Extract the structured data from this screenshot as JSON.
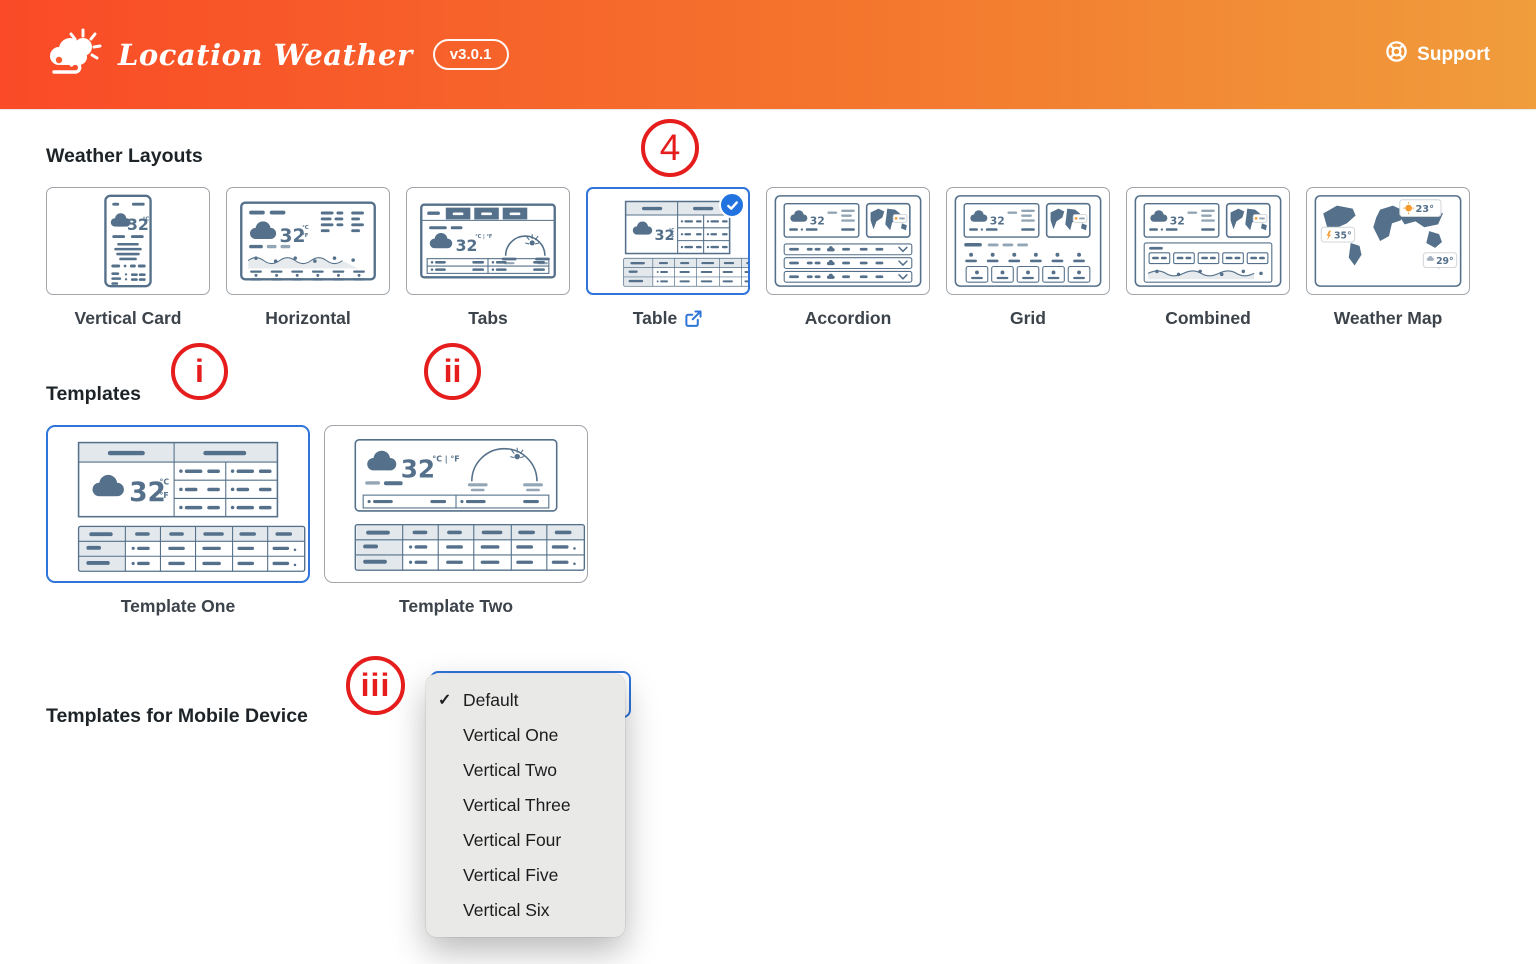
{
  "header": {
    "app_name": "Location Weather",
    "version": "v3.0.1",
    "support_label": "Support"
  },
  "sections": {
    "layouts_title": "Weather Layouts",
    "templates_title": "Templates",
    "mobile_title": "Templates for Mobile Device"
  },
  "layouts": [
    {
      "label": "Vertical Card",
      "selected": false
    },
    {
      "label": "Horizontal",
      "selected": false
    },
    {
      "label": "Tabs",
      "selected": false
    },
    {
      "label": "Table",
      "selected": true,
      "external_link": true
    },
    {
      "label": "Accordion",
      "selected": false
    },
    {
      "label": "Grid",
      "selected": false
    },
    {
      "label": "Combined",
      "selected": false
    },
    {
      "label": "Weather Map",
      "selected": false
    }
  ],
  "templates": [
    {
      "label": "Template One",
      "selected": true
    },
    {
      "label": "Template Two",
      "selected": false
    }
  ],
  "annotations": {
    "four": "4",
    "one": "i",
    "two": "ii",
    "three": "iii"
  },
  "mobile_dropdown": {
    "selected": "Default",
    "checkmark": "✓",
    "options": [
      "Default",
      "Vertical One",
      "Vertical Two",
      "Vertical Three",
      "Vertical Four",
      "Vertical Five",
      "Vertical Six"
    ]
  },
  "thumb": {
    "temp": "32",
    "unit_c": "°C",
    "unit_f": "°F",
    "unit_cf": "°C | °F",
    "map_badges": [
      "23°",
      "35°",
      "29°"
    ]
  },
  "colors": {
    "accent_blue": "#2e74d9",
    "annotation_red": "#e51d1d",
    "header_gradient_start": "#fa4a27",
    "header_gradient_end": "#f09d3c",
    "illustration_ink": "#54708a"
  }
}
